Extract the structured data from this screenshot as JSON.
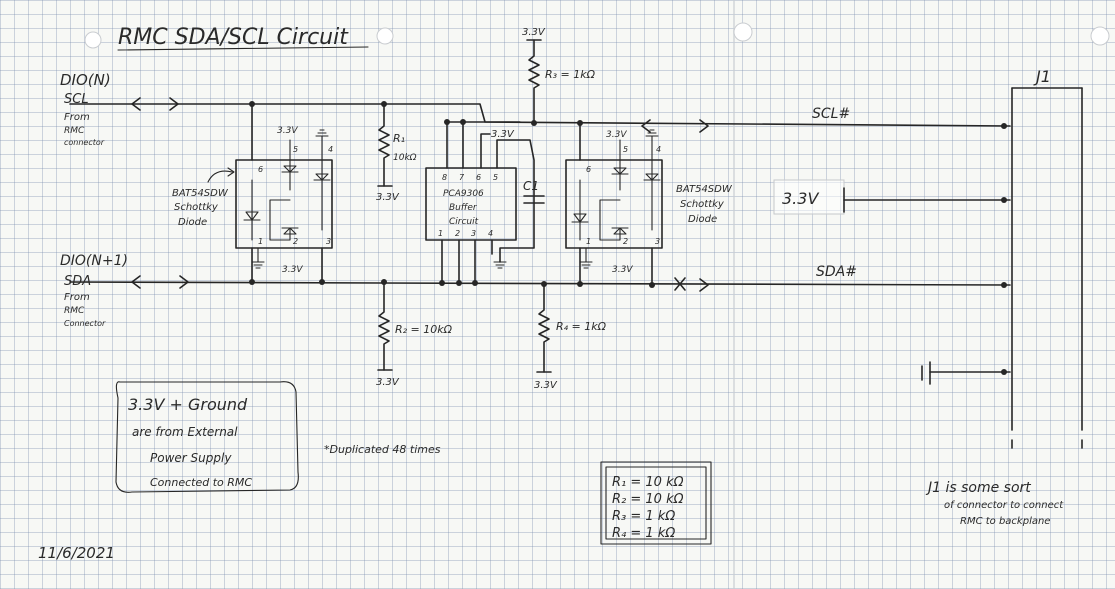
{
  "title": "RMC SDA/SCL Circuit",
  "left_labels": {
    "scl_pin": "DIO(N)",
    "scl_name": "SCL",
    "scl_from1": "From",
    "scl_from2": "RMC",
    "scl_from3": "connector",
    "sda_pin": "DIO(N+1)",
    "sda_name": "SDA",
    "sda_from1": "From",
    "sda_from2": "RMC",
    "sda_from3": "Connector"
  },
  "diodes_left": {
    "name1": "BAT54SDW",
    "name2": "Schottky",
    "name3": "Diode",
    "rail_top": "3.3V",
    "rail_bottom": "3.3V",
    "pin6": "6",
    "pin5": "5",
    "pin4": "4",
    "pin1": "1",
    "pin2": "2",
    "pin3": "3"
  },
  "diodes_right": {
    "name1": "BAT54SDW",
    "name2": "Schottky",
    "name3": "Diode",
    "rail_top": "3.3V",
    "rail_bottom": "3.3V",
    "pin6": "6",
    "pin5": "5",
    "pin4": "4",
    "pin1": "1",
    "pin2": "2",
    "pin3": "3"
  },
  "resistors": {
    "r1_label": "R₁",
    "r1_value": "10kΩ",
    "r1_rail": "3.3V",
    "r2_label": "R₂ = 10kΩ",
    "r2_rail": "3.3V",
    "r3_label": "R₃ = 1kΩ",
    "r3_rail": "3.3V",
    "r4_label": "R₄ = 1kΩ",
    "r4_rail": "3.3V"
  },
  "buffer": {
    "name1": "PCA9306",
    "name2": "Buffer",
    "name3": "Circuit",
    "rail": "3.3V",
    "pins_top": [
      "8",
      "7",
      "6",
      "5"
    ],
    "pins_bottom": [
      "1",
      "2",
      "3",
      "4"
    ],
    "cap": "C1"
  },
  "right_labels": {
    "scl_out": "SCL#",
    "sda_out": "SDA#",
    "supply": "3.3V",
    "connector": "J1"
  },
  "notes": {
    "power1": "3.3V + Ground",
    "power2": "are from External",
    "power3": "Power Supply",
    "power4": "Connected to RMC",
    "duplicated": "*Duplicated 48 times",
    "j1_1": "J1 is some sort",
    "j1_2": "of connector to connect",
    "j1_3": "RMC to backplane",
    "date": "11/6/2021"
  },
  "value_table": [
    "R₁ = 10 kΩ",
    "R₂ = 10 kΩ",
    "R₃ = 1 kΩ",
    "R₄ = 1 kΩ"
  ]
}
